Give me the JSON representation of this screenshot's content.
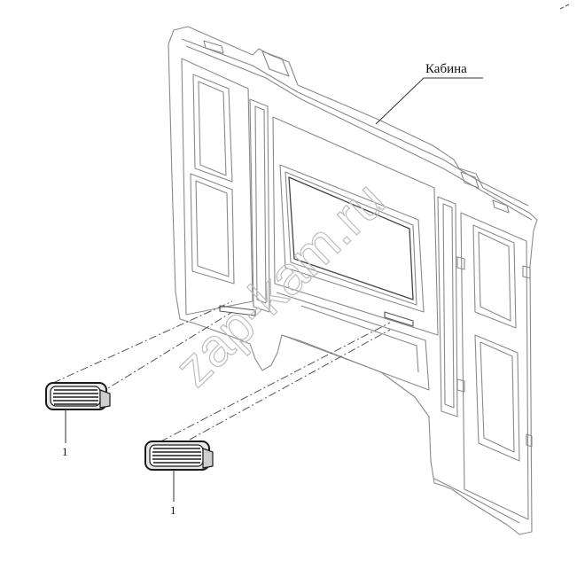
{
  "labels": {
    "cab": "Кабина",
    "part_a": "1",
    "part_b": "1"
  },
  "watermark": {
    "text": "zap-kam.ru",
    "color": "#cfcfcf"
  },
  "colors": {
    "line": "#8a8a8a",
    "dark": "#2a2a2a",
    "grille": "#1a1a1a"
  }
}
